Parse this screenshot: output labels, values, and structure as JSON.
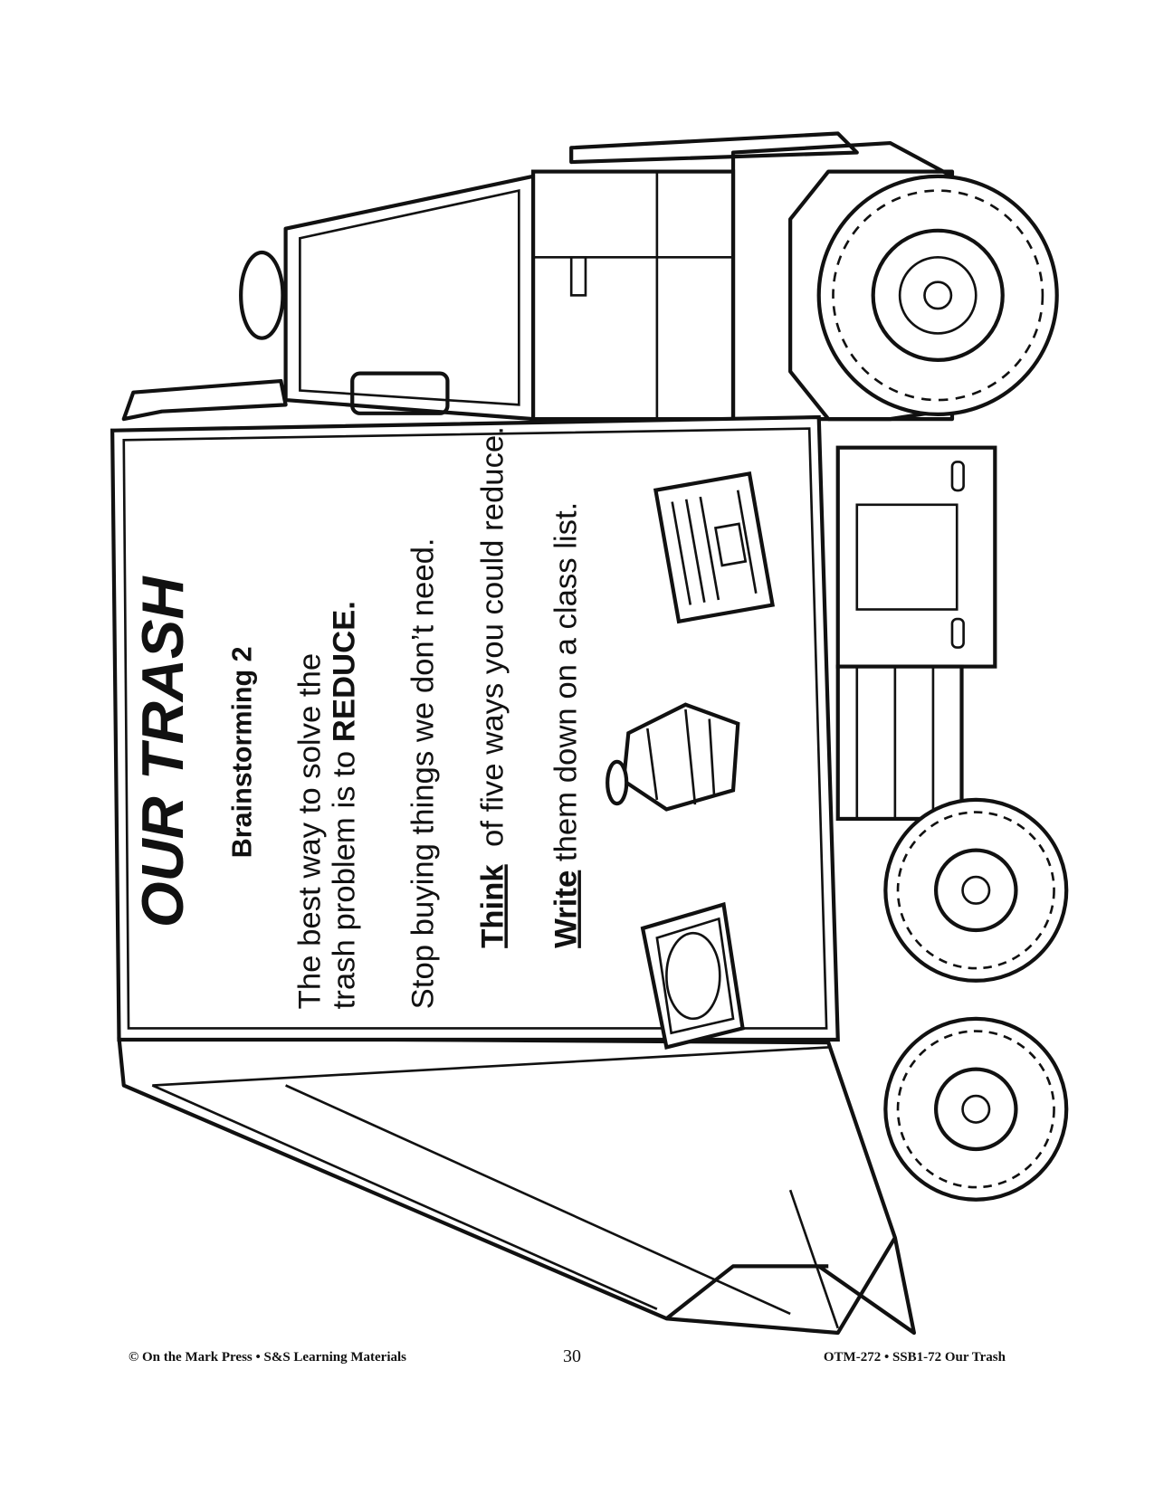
{
  "worksheet": {
    "title": "OUR TRASH",
    "subtitle": "Brainstorming 2",
    "lines": [
      {
        "text": "The best way to solve the"
      },
      {
        "text_before": "trash problem is to ",
        "bold": "REDUCE."
      },
      {
        "text": "Stop buying things we don’t need."
      },
      {
        "underlined": "Think",
        "text_after": "  of five ways you could reduce."
      },
      {
        "underlined": "Write",
        "text_after": " them down on a class list."
      }
    ],
    "illustration": "garbage-truck",
    "items": [
      "newspaper-icon",
      "crushed-can-icon",
      "sandwich-container-icon"
    ]
  },
  "footer": {
    "left": "© On the Mark Press • S&S Learning Materials",
    "page_number": "30",
    "right": "OTM-272 • SSB1-72 Our Trash"
  }
}
